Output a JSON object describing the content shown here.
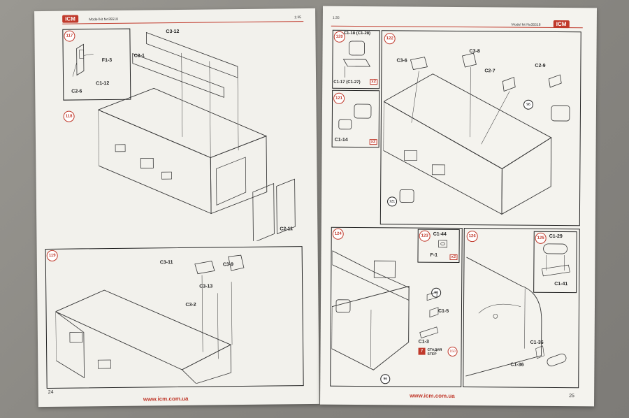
{
  "left_page": {
    "brand": "ICM",
    "model_kit": "Model kit No35518",
    "scale": "1:35",
    "page_number": "24",
    "url": "www.icm.com.ua",
    "steps": [
      "117",
      "118",
      "119"
    ],
    "labels": {
      "c3_12": "C3-12",
      "c3_1": "C3-1",
      "f1_3": "F1-3",
      "c1_12": "C1-12",
      "c2_6": "C2-6",
      "c2_11": "C2-11",
      "c3_11": "C3-11",
      "c3_9": "C3-9",
      "c3_13": "C3-13",
      "c3_2": "C3-2"
    }
  },
  "right_page": {
    "brand": "ICM",
    "model_kit": "Model kit No35518",
    "scale": "1:35",
    "page_number": "25",
    "url": "www.icm.com.ua",
    "steps": [
      "120",
      "121",
      "122",
      "123",
      "124",
      "125",
      "126"
    ],
    "labels": {
      "c1_18": "C1-18 (C1-28)",
      "c1_17": "C1-17 (C1-27)",
      "c1_14": "C1-14",
      "c3_6": "C3-6",
      "c3_8": "C3-8",
      "c2_7": "C2-7",
      "c2_9": "C2-9",
      "c1_44": "C1-44",
      "f_1": "F-1",
      "c1_5": "C1-5",
      "c1_3": "C1-3",
      "c1_29": "C1-29",
      "c1_41": "C1-41",
      "c1_36a": "C1-36",
      "c1_36b": "C1-36"
    },
    "multipliers": {
      "m120": "x2",
      "m121": "x2",
      "m123": "x2"
    },
    "refs": {
      "r96a": "96",
      "r121": "121",
      "r96b": "96",
      "r96c": "96",
      "r150": "150"
    },
    "stage_number": "7",
    "stage_text_ru": "СТАДИЯ",
    "stage_text_en": "STEP"
  },
  "colors": {
    "accent": "#c0392b",
    "paper": "#f2f1ec",
    "line": "#222222"
  }
}
